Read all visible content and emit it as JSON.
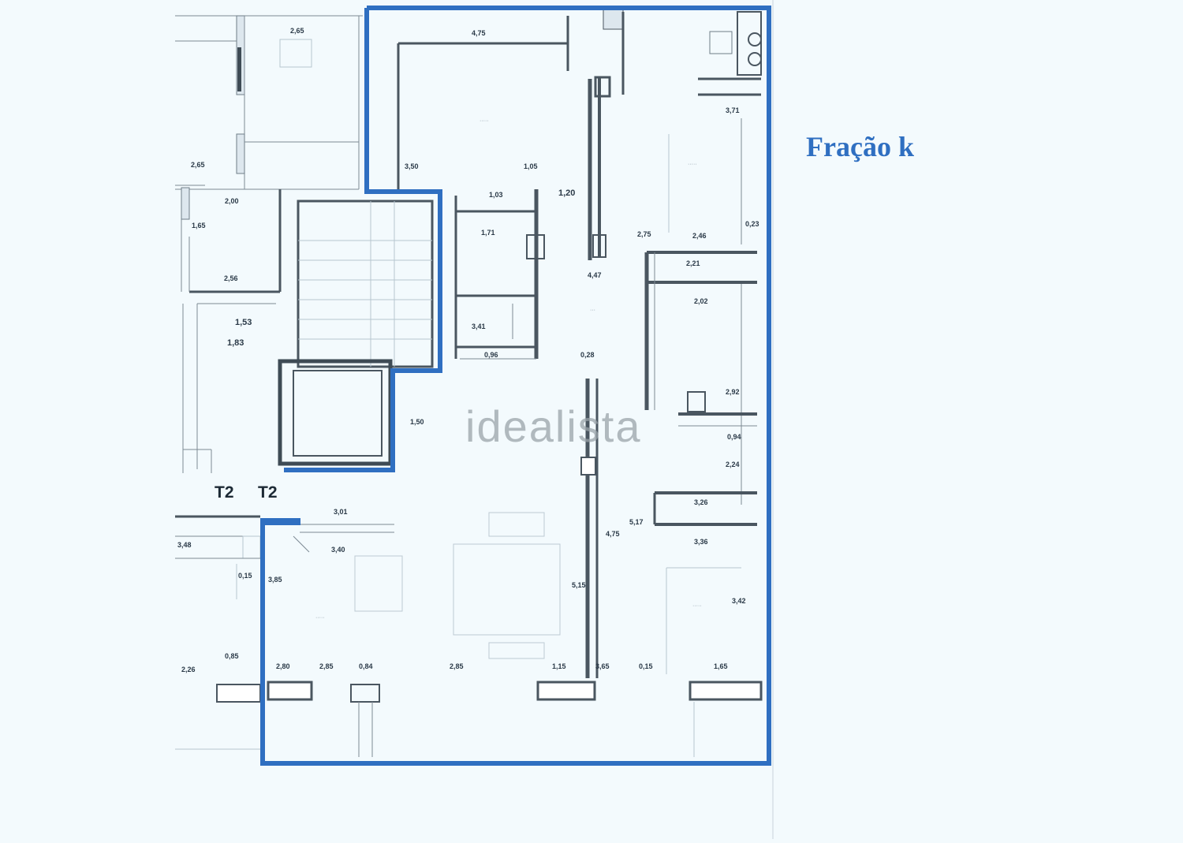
{
  "title": "Fração k",
  "watermark": "idealista",
  "colors": {
    "outline": "#2f6fc1",
    "title": "#2f6fc1",
    "background": "#f3fafd",
    "walls": "#4a5660",
    "watermark": "#9aa3a8"
  },
  "unit_types": [
    "T2",
    "T2"
  ],
  "dimensions": [
    "2,65",
    "4,75",
    "1,20",
    "1,03",
    "2,00",
    "1,71",
    "3,50",
    "1,05",
    "2,75",
    "1,53",
    "1,83",
    "2,56",
    "4,47",
    "2,21",
    "2,02",
    "2,65",
    "3,26",
    "3,36",
    "3,42",
    "1,65",
    "2,85",
    "2,26",
    "3,85",
    "2,80",
    "0,84",
    "0,85",
    "2,85",
    "3,48",
    "5,15",
    "1,15",
    "2,46",
    "2,92",
    "3,71",
    "0,23",
    "3,40",
    "3,01",
    "0,15",
    "0,96",
    "1,65",
    "3,41",
    "4,75",
    "5,17",
    "0,94",
    "2,24",
    "0,28",
    "3,65",
    "0,15",
    "1,50"
  ]
}
